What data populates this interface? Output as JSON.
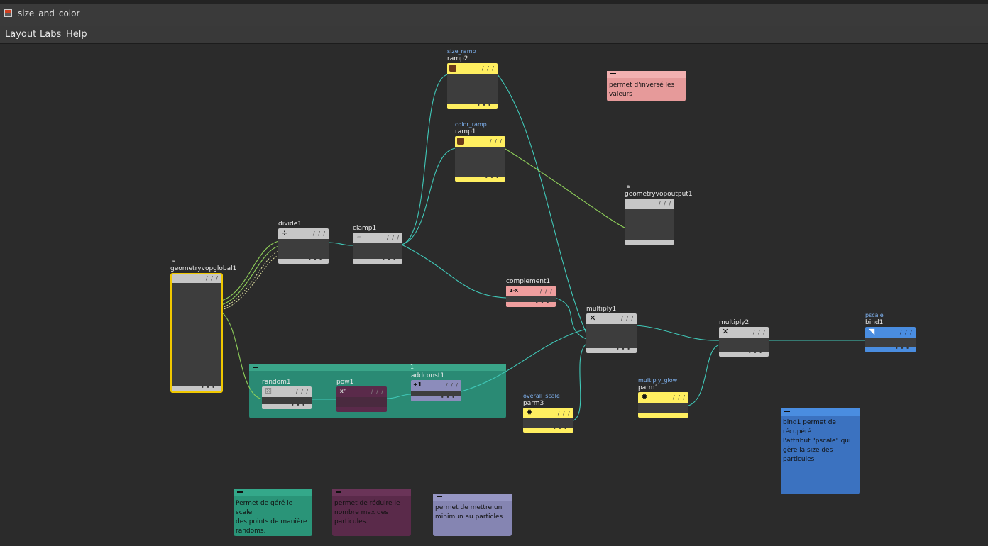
{
  "window": {
    "title": "size_and_color"
  },
  "menu": [
    "Layout",
    "Labs",
    "Help"
  ],
  "colors": {
    "wire": "#40c8b8",
    "wire_green": "#8fd05a",
    "yellow": "#ffef60",
    "pink": "#ef9e9e",
    "gray": "#c6c6c6",
    "blue": "#4a8de0",
    "teal_box": "#2a8a74",
    "purple": "#5a2a4a",
    "lavender": "#8c8cbb"
  },
  "nodes": {
    "ramp2": {
      "name": "ramp2",
      "sublabel": "size_ramp",
      "icon": "ramp-icon"
    },
    "ramp1": {
      "name": "ramp1",
      "sublabel": "color_ramp",
      "icon": "ramp-icon"
    },
    "geometryvopoutput1": {
      "name": "geometryvopoutput1",
      "icon": "output-icon"
    },
    "divide1": {
      "name": "divide1",
      "icon": "divide-icon",
      "glyph": "÷"
    },
    "clamp1": {
      "name": "clamp1",
      "icon": "clamp-icon"
    },
    "geometryvopglobal1": {
      "name": "geometryvopglobal1",
      "icon": "global-icon"
    },
    "complement1": {
      "name": "complement1",
      "icon": "complement-icon",
      "glyph": "1-X"
    },
    "multiply1": {
      "name": "multiply1",
      "icon": "multiply-icon",
      "glyph": "✕"
    },
    "multiply2": {
      "name": "multiply2",
      "icon": "multiply-icon",
      "glyph": "✕"
    },
    "bind1": {
      "name": "bind1",
      "sublabel": "pscale",
      "icon": "bind-icon"
    },
    "random1": {
      "name": "random1",
      "icon": "random-icon"
    },
    "pow1": {
      "name": "pow1",
      "icon": "pow-icon"
    },
    "addconst1": {
      "name": "addconst1",
      "icon": "addconst-icon",
      "glyph": "+1"
    },
    "parm3": {
      "name": "parm3",
      "sublabel": "overall_scale",
      "icon": "parm-icon"
    },
    "parm1": {
      "name": "parm1",
      "sublabel": "multiply_glow",
      "icon": "parm-icon"
    }
  },
  "network_box": {
    "label": "1"
  },
  "stickies": {
    "pink": "permet d'inversé les\nvaleurs",
    "blue": "bind1 permet de récupéré\nl'attribut \"pscale\" qui\ngère la size des particules",
    "teal": "Permet de géré le scale\ndes points de manière\nrandoms.",
    "purple": "permet de réduire le\nnombre max des\nparticules.",
    "lavender": "permet de mettre un\nminimun au particles"
  }
}
